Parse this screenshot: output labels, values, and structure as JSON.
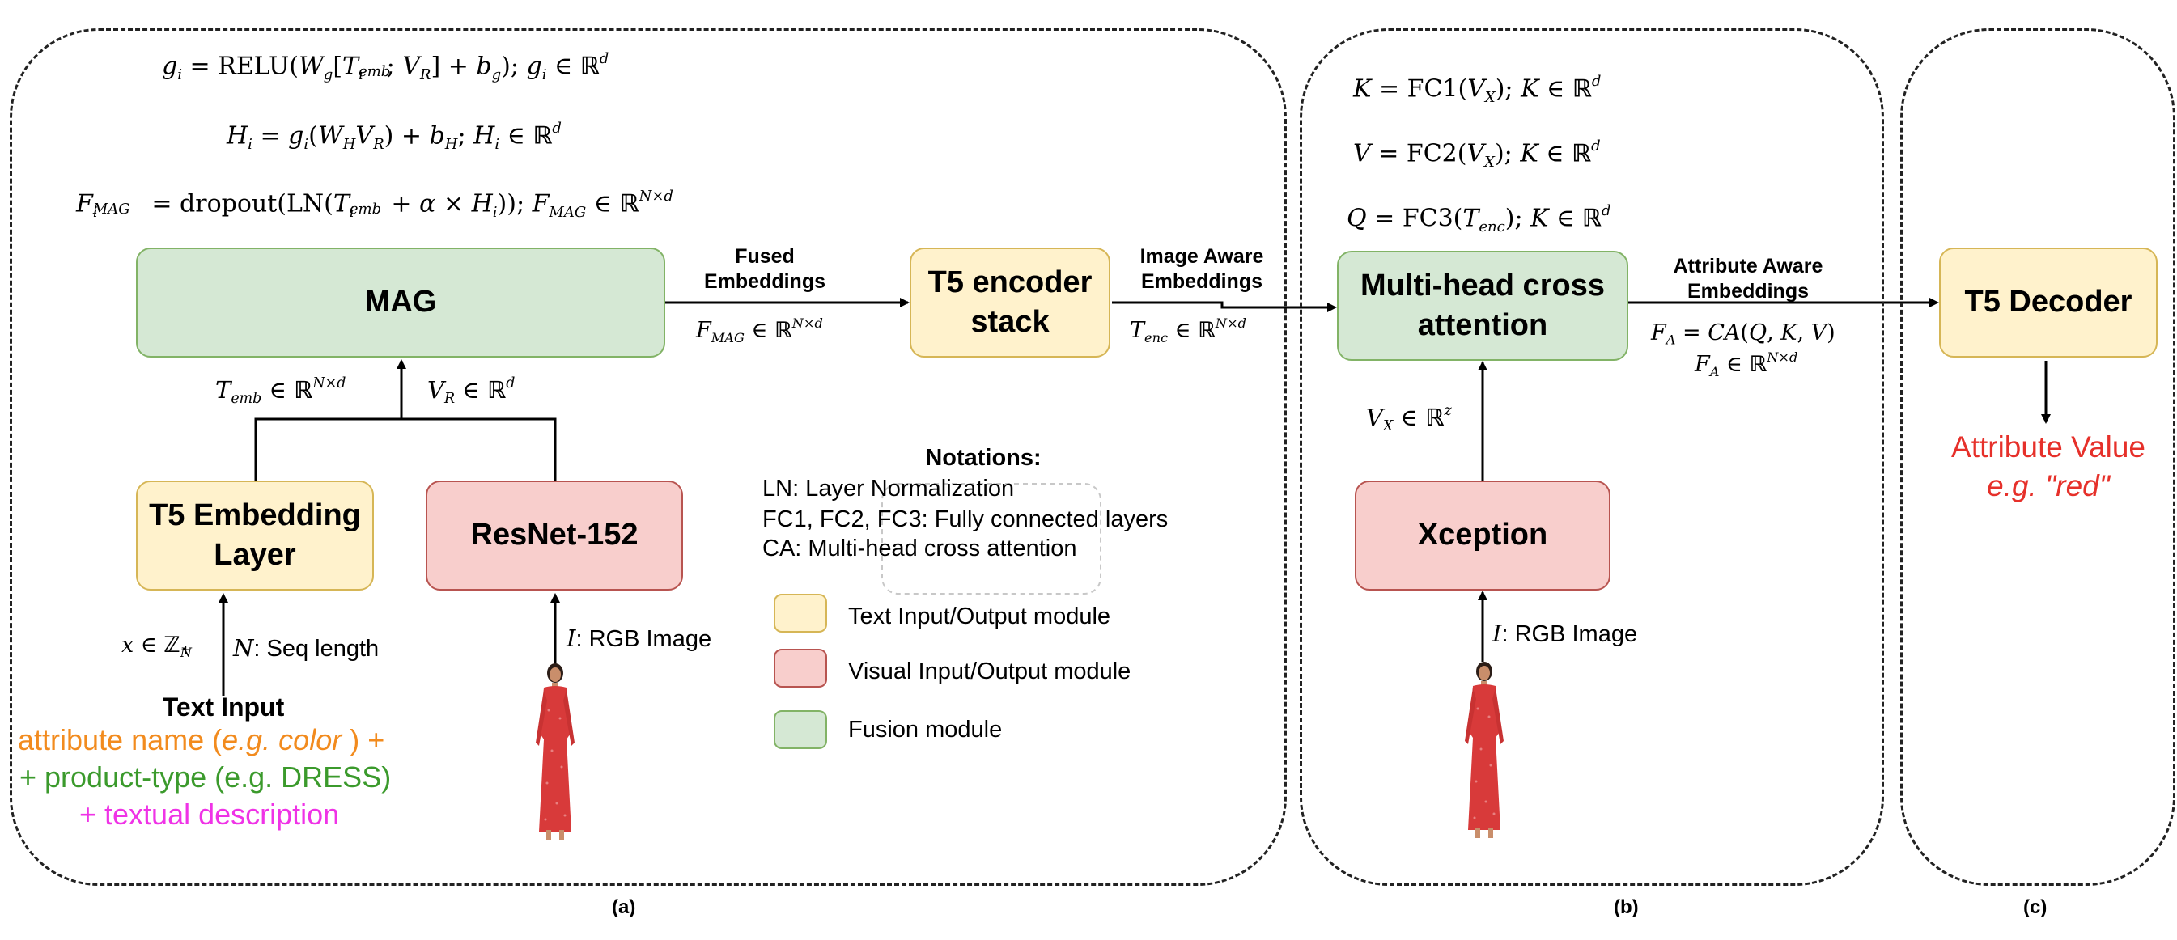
{
  "panels": {
    "a": {
      "caption": "(a)"
    },
    "b": {
      "caption": "(b)"
    },
    "c": {
      "caption": "(c)"
    }
  },
  "boxes": {
    "mag": "MAG",
    "t5_encoder": [
      "T5 encoder",
      "stack"
    ],
    "t5_embedding": [
      "T5 Embedding",
      "Layer"
    ],
    "resnet": "ResNet-152",
    "cross_attention": [
      "Multi-head cross",
      "attention"
    ],
    "xception": "Xception",
    "t5_decoder": "T5 Decoder"
  },
  "edge_labels": {
    "fused": [
      "Fused",
      "Embeddings"
    ],
    "image_aware": [
      "Image Aware",
      "Embeddings"
    ],
    "attribute_aware": [
      "Attribute Aware",
      "Embeddings"
    ]
  },
  "text_input": {
    "title": "Text Input",
    "line1_part1": "attribute name (",
    "line1_italic": "e.g. color",
    "line1_part2": " ) +",
    "line2": "+ product-type (e.g. DRESS)",
    "line3": "+ textual description",
    "seq_label": ": Seq length"
  },
  "rgb_label_a": ": RGB Image",
  "rgb_label_b": ": RGB Image",
  "output": {
    "title": "Attribute Value",
    "example": "e.g. \"red\""
  },
  "notations": {
    "title": "Notations:",
    "lines": [
      "LN: Layer Normalization",
      "FC1, FC2, FC3: Fully connected layers",
      "CA: Multi-head cross attention"
    ]
  },
  "legend": [
    {
      "label": "Text Input/Output module",
      "color": "#fff2cc",
      "border": "#d6b656"
    },
    {
      "label": "Visual Input/Output module",
      "color": "#f8cecc",
      "border": "#b85450"
    },
    {
      "label": "Fusion module",
      "color": "#d5e8d4",
      "border": "#82b366"
    }
  ],
  "colors": {
    "orange": "#f28b1e",
    "green": "#3b9a2c",
    "magenta": "#ef33e6",
    "output_red": "#e6302a"
  }
}
